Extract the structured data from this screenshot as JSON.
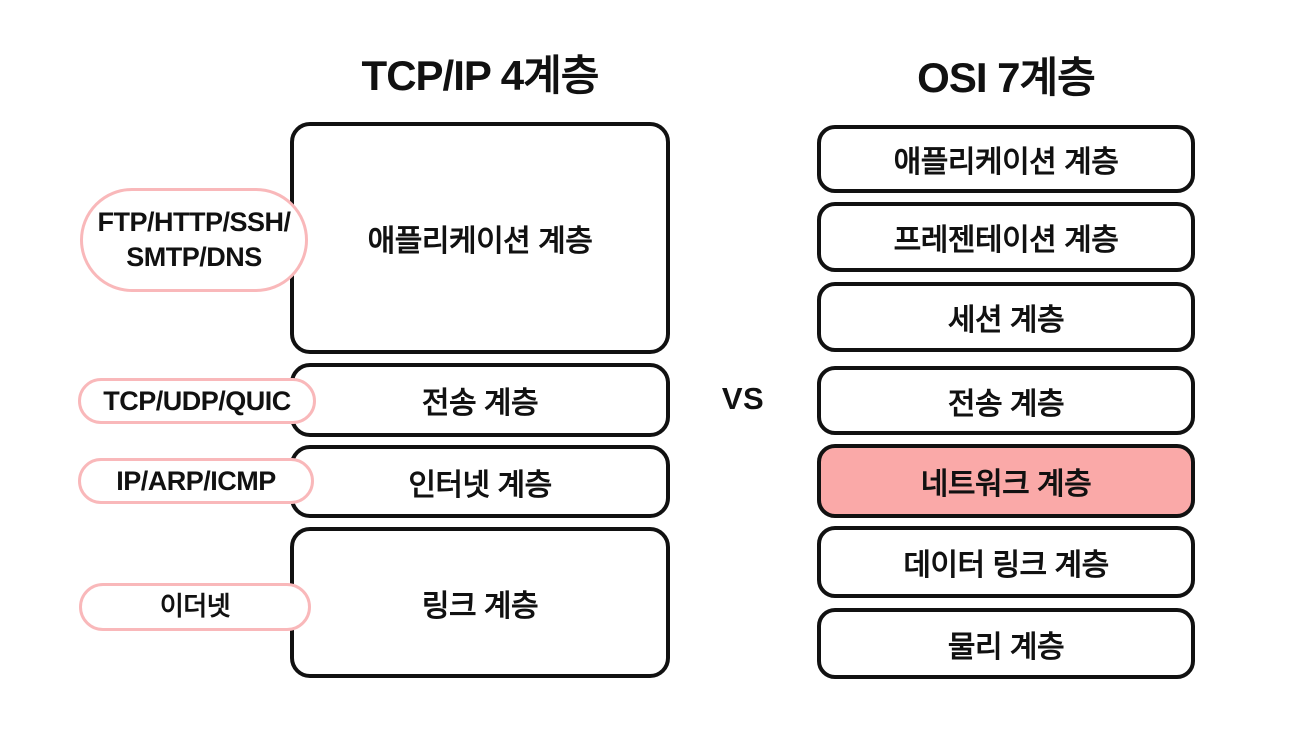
{
  "colors": {
    "box_border": "#111111",
    "pill_border": "#f9b8ba",
    "highlight_fill": "#faa9a8",
    "text": "#111111",
    "background": "#ffffff"
  },
  "divider": {
    "vs_label": "VS"
  },
  "left_column": {
    "title": "TCP/IP 4계층",
    "boxes": [
      {
        "label": "애플리케이션 계층"
      },
      {
        "label": "전송 계층"
      },
      {
        "label": "인터넷 계층"
      },
      {
        "label": "링크 계층"
      }
    ],
    "pills": [
      {
        "lines": [
          "FTP/HTTP/SSH/",
          "SMTP/DNS"
        ]
      },
      {
        "lines": [
          "TCP/UDP/QUIC"
        ]
      },
      {
        "lines": [
          "IP/ARP/ICMP"
        ]
      },
      {
        "lines": [
          "이더넷"
        ]
      }
    ]
  },
  "right_column": {
    "title": "OSI 7계층",
    "boxes": [
      {
        "label": "애플리케이션 계층",
        "highlighted": false
      },
      {
        "label": "프레젠테이션 계층",
        "highlighted": false
      },
      {
        "label": "세션 계층",
        "highlighted": false
      },
      {
        "label": "전송 계층",
        "highlighted": false
      },
      {
        "label": "네트워크 계층",
        "highlighted": true
      },
      {
        "label": "데이터 링크 계층",
        "highlighted": false
      },
      {
        "label": "물리 계층",
        "highlighted": false
      }
    ]
  }
}
